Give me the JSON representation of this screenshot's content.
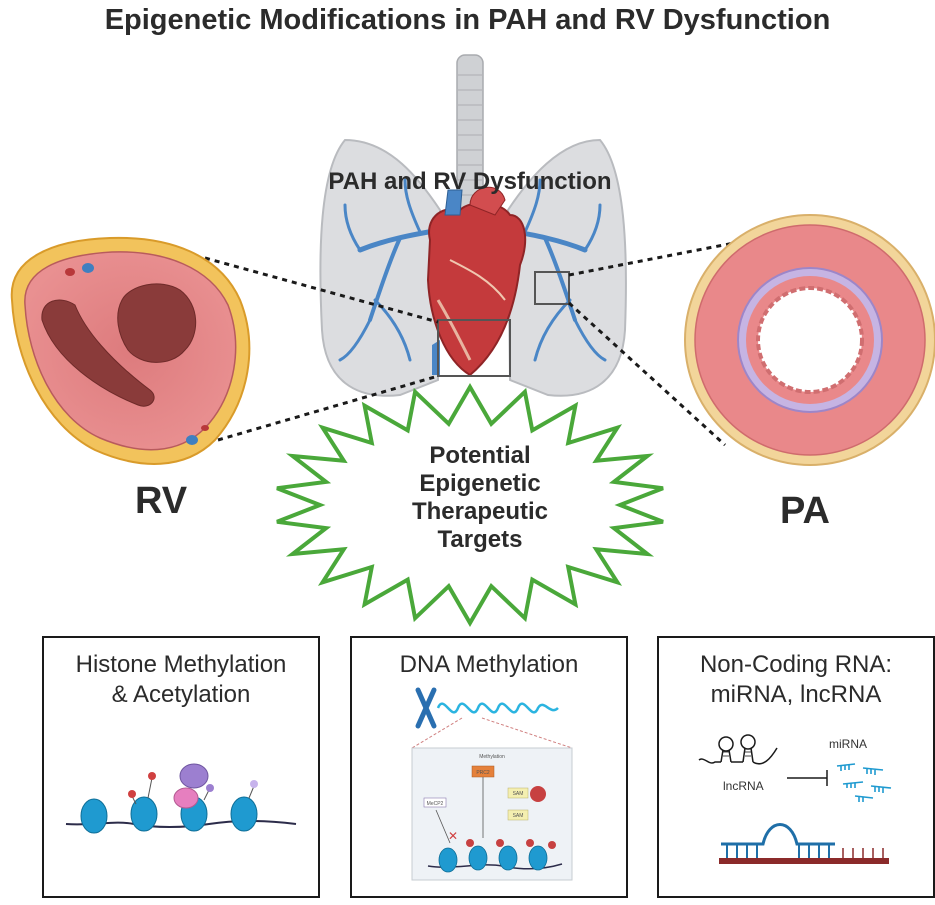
{
  "title": "Epigenetic Modifications in PAH and RV Dysfunction",
  "center_label": "PAH and RV Dysfunction",
  "left_label": "RV",
  "right_label": "PA",
  "star_lines": [
    "Potential",
    "Epigenetic",
    "Therapeutic",
    "Targets"
  ],
  "boxes": [
    {
      "title_lines": [
        "Histone Methylation",
        "& Acetylation"
      ]
    },
    {
      "title_lines": [
        "DNA Methylation"
      ],
      "inset_title": "Methylation",
      "inset_labels": [
        "PRC2",
        "SAM",
        "SAM",
        "MeCP2"
      ]
    },
    {
      "title_lines": [
        "Non-Coding RNA:",
        "miRNA, lncRNA"
      ],
      "mirna_label": "miRNA",
      "lncrna_label": "lncRNA"
    }
  ],
  "colors": {
    "star_outline": "#4aa83a",
    "muscle": "#e9888a",
    "fat": "#f3c65e",
    "lung": "#d9dadd",
    "vessel_blue": "#3f7fc0",
    "heart_red": "#c8393b",
    "nucleosome": "#1f9ad0",
    "inset_bg": "#eef2f6"
  }
}
